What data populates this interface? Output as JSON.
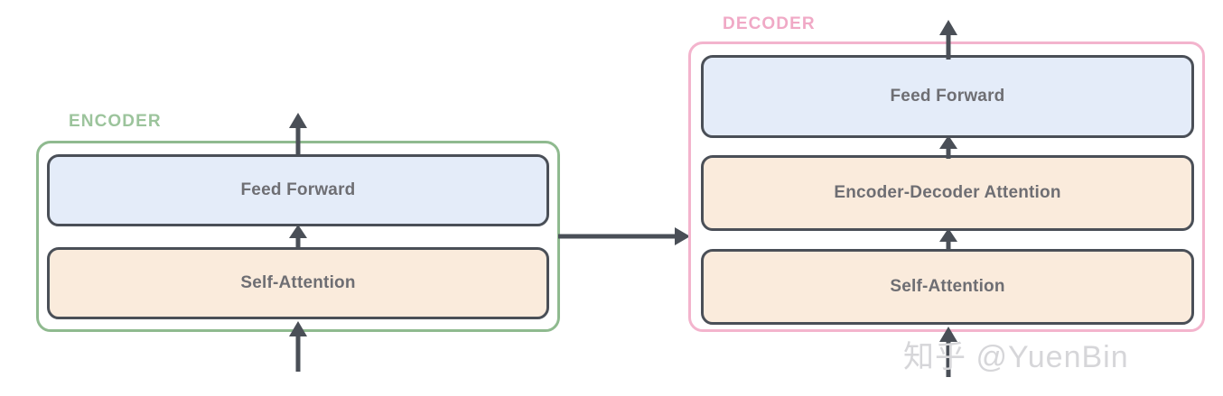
{
  "diagram": {
    "title": "Transformer Encoder-Decoder Block Diagram",
    "background_color": "#ffffff",
    "groups": [
      {
        "id": "encoder",
        "label": "ENCODER",
        "label_color": "#9cc49c",
        "border_color": "#8fba8f",
        "layers": [
          {
            "id": "encoder-feed-forward",
            "label": "Feed Forward",
            "fill": "#e4ecf9",
            "text_color": "#6e6e73"
          },
          {
            "id": "encoder-self-attention",
            "label": "Self-Attention",
            "fill": "#faebdc",
            "text_color": "#6e6e73"
          }
        ]
      },
      {
        "id": "decoder",
        "label": "DECODER",
        "label_color": "#f0a9c6",
        "border_color": "#f3b4cd",
        "layers": [
          {
            "id": "decoder-feed-forward",
            "label": "Feed Forward",
            "fill": "#e4ecf9",
            "text_color": "#6e6e73"
          },
          {
            "id": "decoder-encoder-decoder-attention",
            "label": "Encoder-Decoder Attention",
            "fill": "#faebdc",
            "text_color": "#6e6e73"
          },
          {
            "id": "decoder-self-attention",
            "label": "Self-Attention",
            "fill": "#faebdc",
            "text_color": "#6e6e73"
          }
        ]
      }
    ],
    "connectors": [
      {
        "id": "encoder-input-arrow",
        "direction": "up",
        "color": "#4a4f57"
      },
      {
        "id": "encoder-internal-arrow",
        "direction": "up",
        "color": "#4a4f57"
      },
      {
        "id": "encoder-output-arrow",
        "direction": "up",
        "color": "#4a4f57"
      },
      {
        "id": "encoder-to-decoder-arrow",
        "direction": "right",
        "color": "#4a4f57"
      },
      {
        "id": "decoder-input-arrow",
        "direction": "up",
        "color": "#4a4f57"
      },
      {
        "id": "decoder-self-to-cross-arrow",
        "direction": "up",
        "color": "#4a4f57"
      },
      {
        "id": "decoder-cross-to-ff-arrow",
        "direction": "up",
        "color": "#4a4f57"
      },
      {
        "id": "decoder-output-arrow",
        "direction": "up",
        "color": "#4a4f57"
      }
    ],
    "watermark": {
      "text": "知乎 @YuenBin",
      "color": "#d6d6d9"
    }
  }
}
